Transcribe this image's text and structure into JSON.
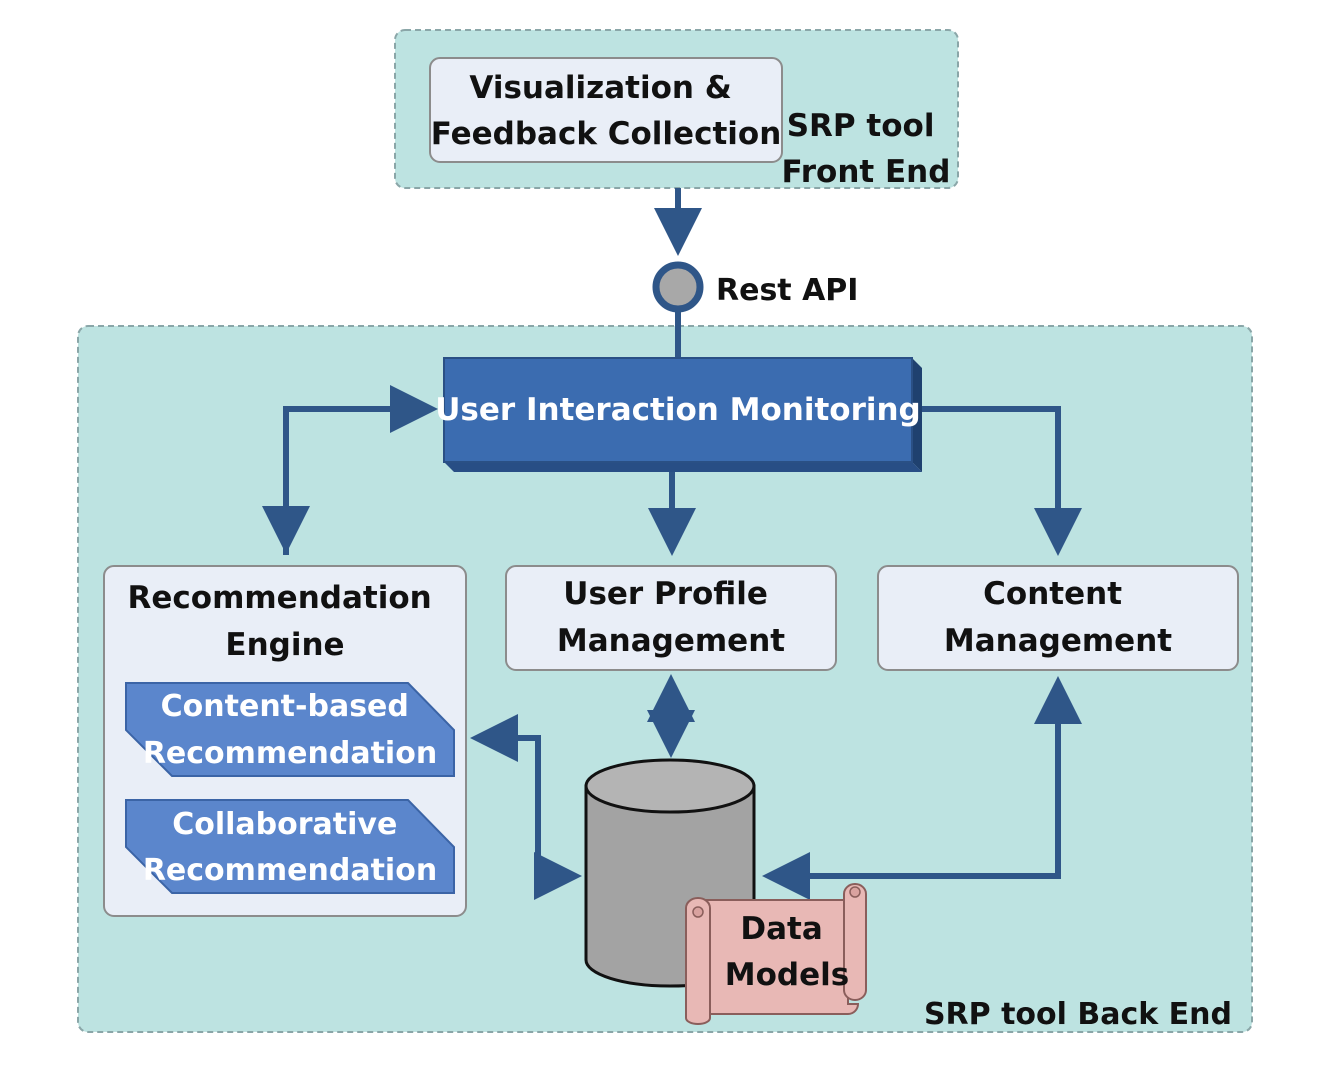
{
  "frontend": {
    "box_lines": [
      "Visualization &",
      "Feedback Collection"
    ],
    "label_lines": [
      "SRP tool",
      "Front End"
    ]
  },
  "api": {
    "label": "Rest API"
  },
  "backend": {
    "label": "SRP tool Back End",
    "monitoring": "User Interaction Monitoring",
    "recommendation_engine": {
      "title_lines": [
        "Recommendation",
        "Engine"
      ],
      "content_based_lines": [
        "Content-based",
        "Recommendation"
      ],
      "collaborative_lines": [
        "Collaborative",
        "Recommendation"
      ]
    },
    "user_profile_lines": [
      "User Profile",
      "Management"
    ],
    "content_management_lines": [
      "Content",
      "Management"
    ],
    "data_models_lines": [
      "Data",
      "Models"
    ]
  },
  "colors": {
    "container_fill": "#bde3e1",
    "container_border": "#8aa6a8",
    "arrow": "#2f5688",
    "monitoring_fill": "#3b6cb0",
    "monitoring_side": "#284e85",
    "box_fill": "#e9eef7",
    "box_border": "#8c8c8c",
    "algo_fill": "#5b86cc",
    "cylinder_fill": "#a3a3a3",
    "scroll_fill": "#e8b8b5",
    "scroll_border": "#8a5e5b"
  }
}
